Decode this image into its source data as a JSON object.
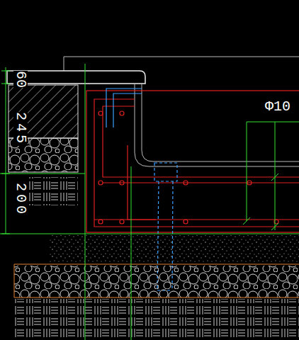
{
  "diagram": {
    "labels": [
      "60",
      "245",
      "200",
      "Φ10"
    ]
  }
}
